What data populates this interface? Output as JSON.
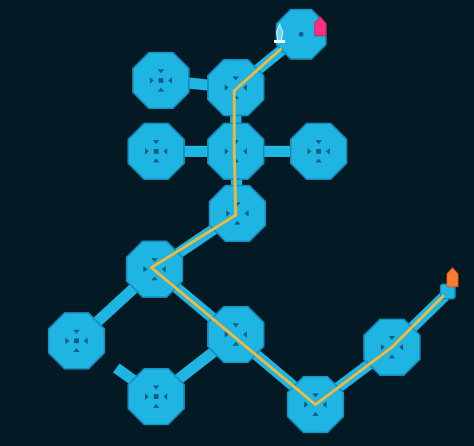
{
  "game": {
    "view": "network-path-puzzle",
    "colors": {
      "background": "#031a24",
      "node": "#1fb5e3",
      "node_border": "#138fbd",
      "arrow": "#0d5f83",
      "path": "#f5b83a",
      "start_marker": "#ff2f80",
      "end_marker": "#ff7a30"
    },
    "nodes": [
      {
        "id": "node-top",
        "kind": "start"
      },
      {
        "id": "node-r1-left"
      },
      {
        "id": "node-r1-center"
      },
      {
        "id": "node-r2-left"
      },
      {
        "id": "node-r2-center"
      },
      {
        "id": "node-r2-right"
      },
      {
        "id": "node-r3-center"
      },
      {
        "id": "node-mid-left"
      },
      {
        "id": "node-bottom-far-left"
      },
      {
        "id": "node-lower-center"
      },
      {
        "id": "node-bottom-left"
      },
      {
        "id": "node-bottom-center"
      },
      {
        "id": "node-right"
      }
    ],
    "markers": {
      "start": {
        "icon": "pink-flag-icon"
      },
      "end": {
        "icon": "orange-flag-icon"
      },
      "player": {
        "icon": "player-pawn-icon"
      }
    }
  }
}
